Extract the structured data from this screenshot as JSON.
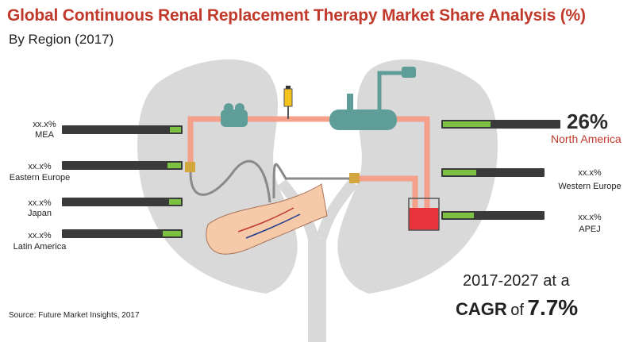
{
  "header": {
    "title": "Global Continuous Renal Replacement Therapy Market Share Analysis (%)",
    "subtitle": "By Region (2017)"
  },
  "chart_data": {
    "type": "bar",
    "title": "Global Continuous Renal Replacement Therapy Market Share Analysis (%)",
    "subtitle": "By Region (2017)",
    "categories": [
      "MEA",
      "Eastern Europe",
      "Japan",
      "Latin America",
      "North America",
      "Western Europe",
      "APEJ"
    ],
    "value_labels": [
      "xx.x%",
      "xx.x%",
      "xx.x%",
      "xx.x%",
      "26%",
      "xx.x%",
      "xx.x%"
    ],
    "values": [
      null,
      null,
      null,
      null,
      26,
      null,
      null
    ],
    "units": "%"
  },
  "regions_left": [
    {
      "value": "xx.x%",
      "name": "MEA",
      "fill_fraction": 0.09
    },
    {
      "value": "xx.x%",
      "name": "Eastern Europe",
      "fill_fraction": 0.11
    },
    {
      "value": "xx.x%",
      "name": "Japan",
      "fill_fraction": 0.1
    },
    {
      "value": "xx.x%",
      "name": "Latin America",
      "fill_fraction": 0.15
    }
  ],
  "regions_right": [
    {
      "value": "26%",
      "name": "North America",
      "fill_fraction": 0.4,
      "highlight": true
    },
    {
      "value": "xx.x%",
      "name": "Western Europe",
      "fill_fraction": 0.32
    },
    {
      "value": "xx.x%",
      "name": "APEJ",
      "fill_fraction": 0.3
    }
  ],
  "highlight": {
    "value": "26%",
    "name": "North America"
  },
  "footer": {
    "source": "Source: Future Market Insights, 2017"
  },
  "cagr": {
    "period": "2017-2027 at a",
    "label": "CAGR",
    "of": "of",
    "value": "7.7%"
  },
  "colors": {
    "title": "#c0392b",
    "bar_track": "#3a3a3a",
    "bar_fill": "#7cc142",
    "kidney": "#d9d9d9",
    "tube": "#f4a08a",
    "machine": "#5f9e98",
    "blood": "#e8343a"
  },
  "icons": [
    "kidney-shape-icon",
    "dialysis-machine-icon",
    "syringe-icon",
    "arm-illustration-icon",
    "blood-bag-icon"
  ]
}
